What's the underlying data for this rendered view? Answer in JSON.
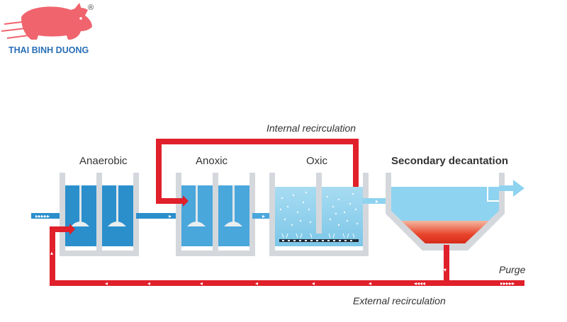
{
  "logo": {
    "brand_name": "THAI BINH DUONG",
    "registered_mark": "®",
    "icon": "pig-logo-icon",
    "color_body": "#f0646e",
    "color_text": "#2a6fb6"
  },
  "diagram": {
    "stages": {
      "anaerobic": "Anaerobic",
      "anoxic": "Anoxic",
      "oxic": "Oxic",
      "secondary": "Secondary decantation"
    },
    "flows": {
      "internal": "Internal recirculation",
      "external": "External recirculation",
      "purge": "Purge"
    },
    "colors": {
      "recirculation": "#e0202a",
      "water_dark": "#2b8fcc",
      "water_light": "#8ed3f0",
      "tank_wall": "#c9cdd1",
      "sludge": "#e8452c"
    }
  }
}
